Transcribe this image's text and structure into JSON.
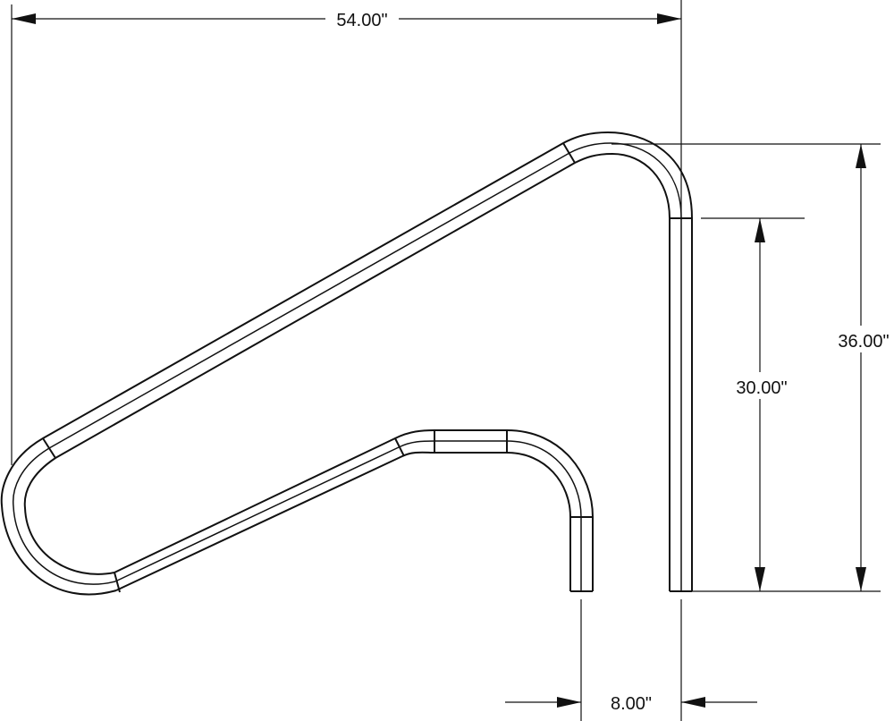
{
  "dimensions": {
    "overall_width": "54.00\"",
    "overall_height": "36.00\"",
    "leg_height": "30.00\"",
    "leg_spacing": "8.00\""
  }
}
